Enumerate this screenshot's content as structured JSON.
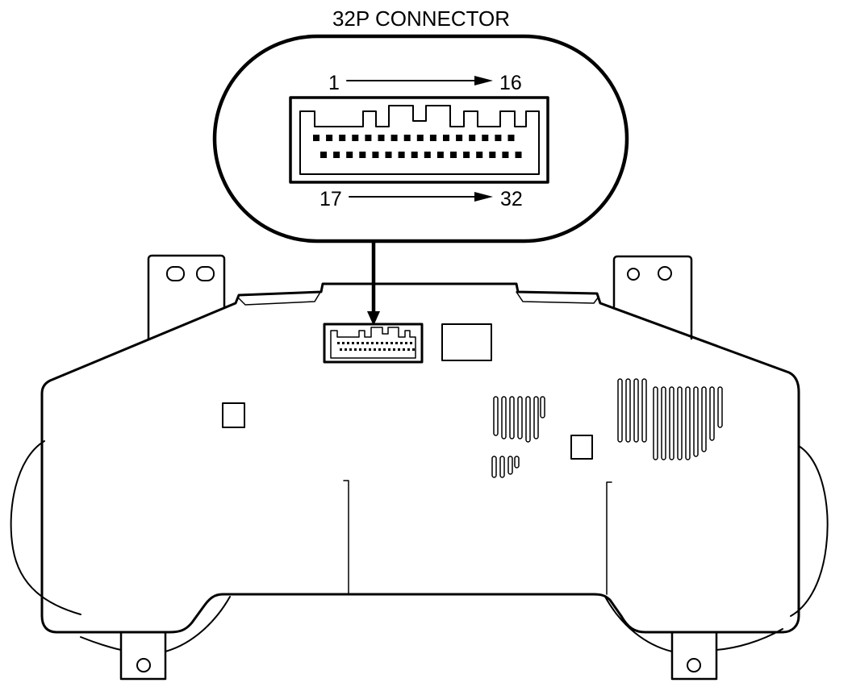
{
  "title": "32P CONNECTOR",
  "pin_labels": {
    "top_start": "1",
    "top_end": "16",
    "bottom_start": "17",
    "bottom_end": "32"
  },
  "connector": {
    "top_row_pins": 16,
    "bottom_row_pins": 16
  },
  "colors": {
    "line": "#000000",
    "background": "#ffffff"
  }
}
